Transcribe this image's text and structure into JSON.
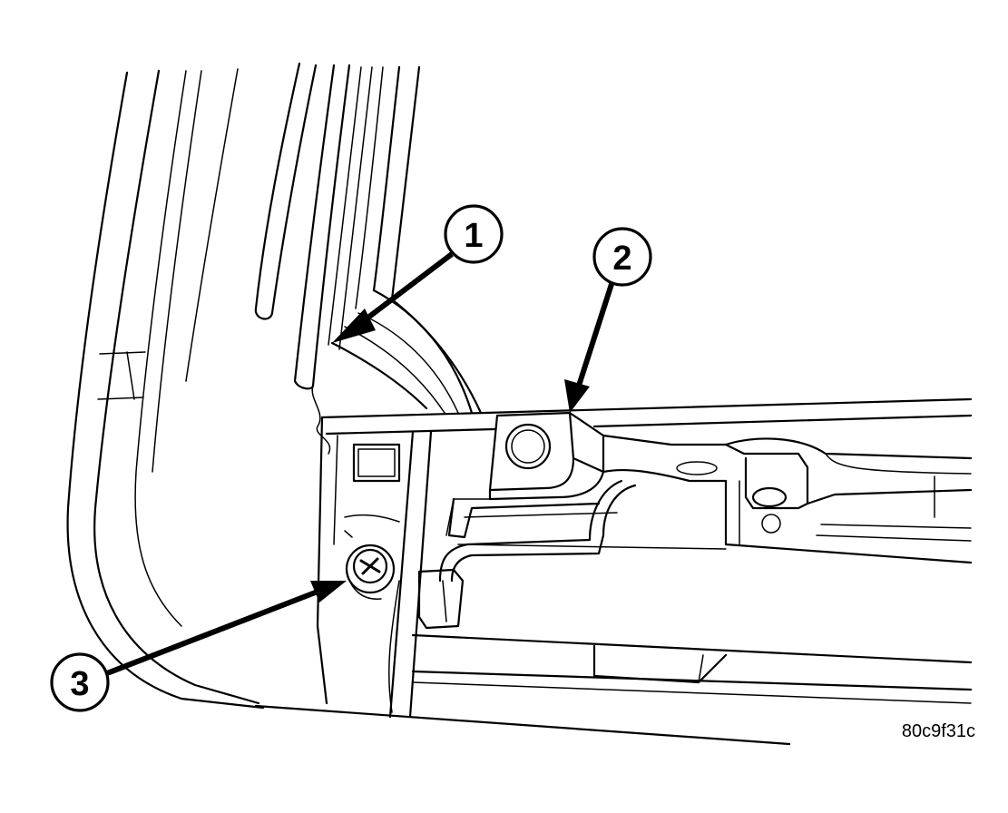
{
  "callouts": [
    {
      "id": "callout-1",
      "label": "1"
    },
    {
      "id": "callout-2",
      "label": "2"
    },
    {
      "id": "callout-3",
      "label": "3"
    }
  ],
  "figure_id": "80c9f31c",
  "colors": {
    "ink": "#000000",
    "paper": "#ffffff"
  }
}
